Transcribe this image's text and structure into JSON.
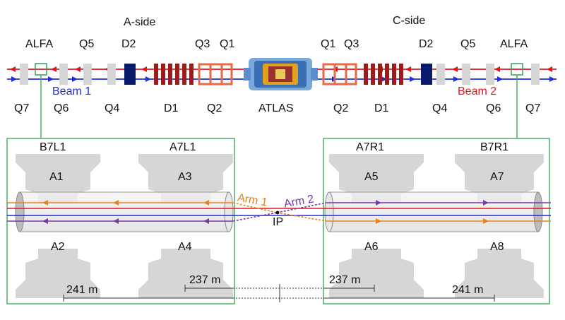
{
  "top": {
    "a_side": "A-side",
    "c_side": "C-side",
    "a_upper": [
      "ALFA",
      "Q5",
      "D2",
      "Q3",
      "Q1"
    ],
    "a_lower": [
      "Q7",
      "Q6",
      "Q4",
      "D1",
      "Q2"
    ],
    "c_upper": [
      "Q1",
      "Q3",
      "D2",
      "Q5",
      "ALFA"
    ],
    "c_lower": [
      "Q2",
      "D1",
      "Q4",
      "Q6",
      "Q7"
    ],
    "atlas": "ATLAS",
    "beam1": "Beam 1",
    "beam2": "Beam 2"
  },
  "bottom": {
    "stations_left": [
      "B7L1",
      "A7L1"
    ],
    "stations_right": [
      "A7R1",
      "B7R1"
    ],
    "detectors_left": [
      "A1",
      "A3",
      "A2",
      "A4"
    ],
    "detectors_right": [
      "A5",
      "A7",
      "A6",
      "A8"
    ],
    "arm1": "Arm 1",
    "arm2": "Arm 2",
    "ip": "IP",
    "dist_inner": "237 m",
    "dist_outer": "241 m"
  },
  "colors": {
    "beam1": "#1f2fd0",
    "beam2": "#e01818",
    "arm1": "#e8821e",
    "arm2": "#7a3da8",
    "frame": "#4caf63",
    "quad": "#e86a4a",
    "dipole": "#9b1a1a",
    "d2": "#0a1a6b",
    "pot": "#d6d6d6"
  }
}
